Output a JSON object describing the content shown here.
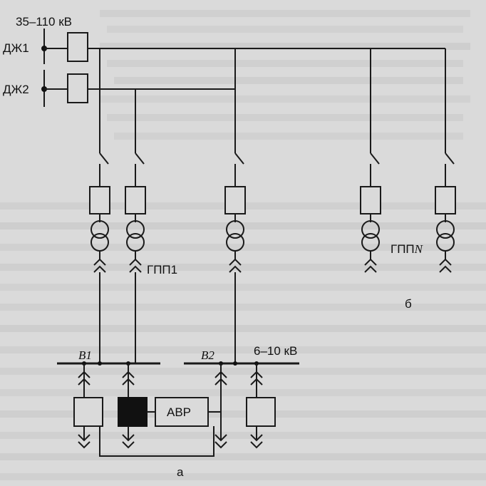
{
  "diagram": {
    "labels": {
      "voltage_hv": "35–110 кВ",
      "source_1": "ДЖ1",
      "source_2": "ДЖ2",
      "substation_1": "ГПП1",
      "substation_n": "ГПП",
      "substation_n_suffix": "N",
      "bus_1": "В1",
      "bus_2": "В2",
      "voltage_mv": "6–10 кВ",
      "transfer_switch": "АВР",
      "part_a": "а",
      "part_b": "б"
    }
  }
}
